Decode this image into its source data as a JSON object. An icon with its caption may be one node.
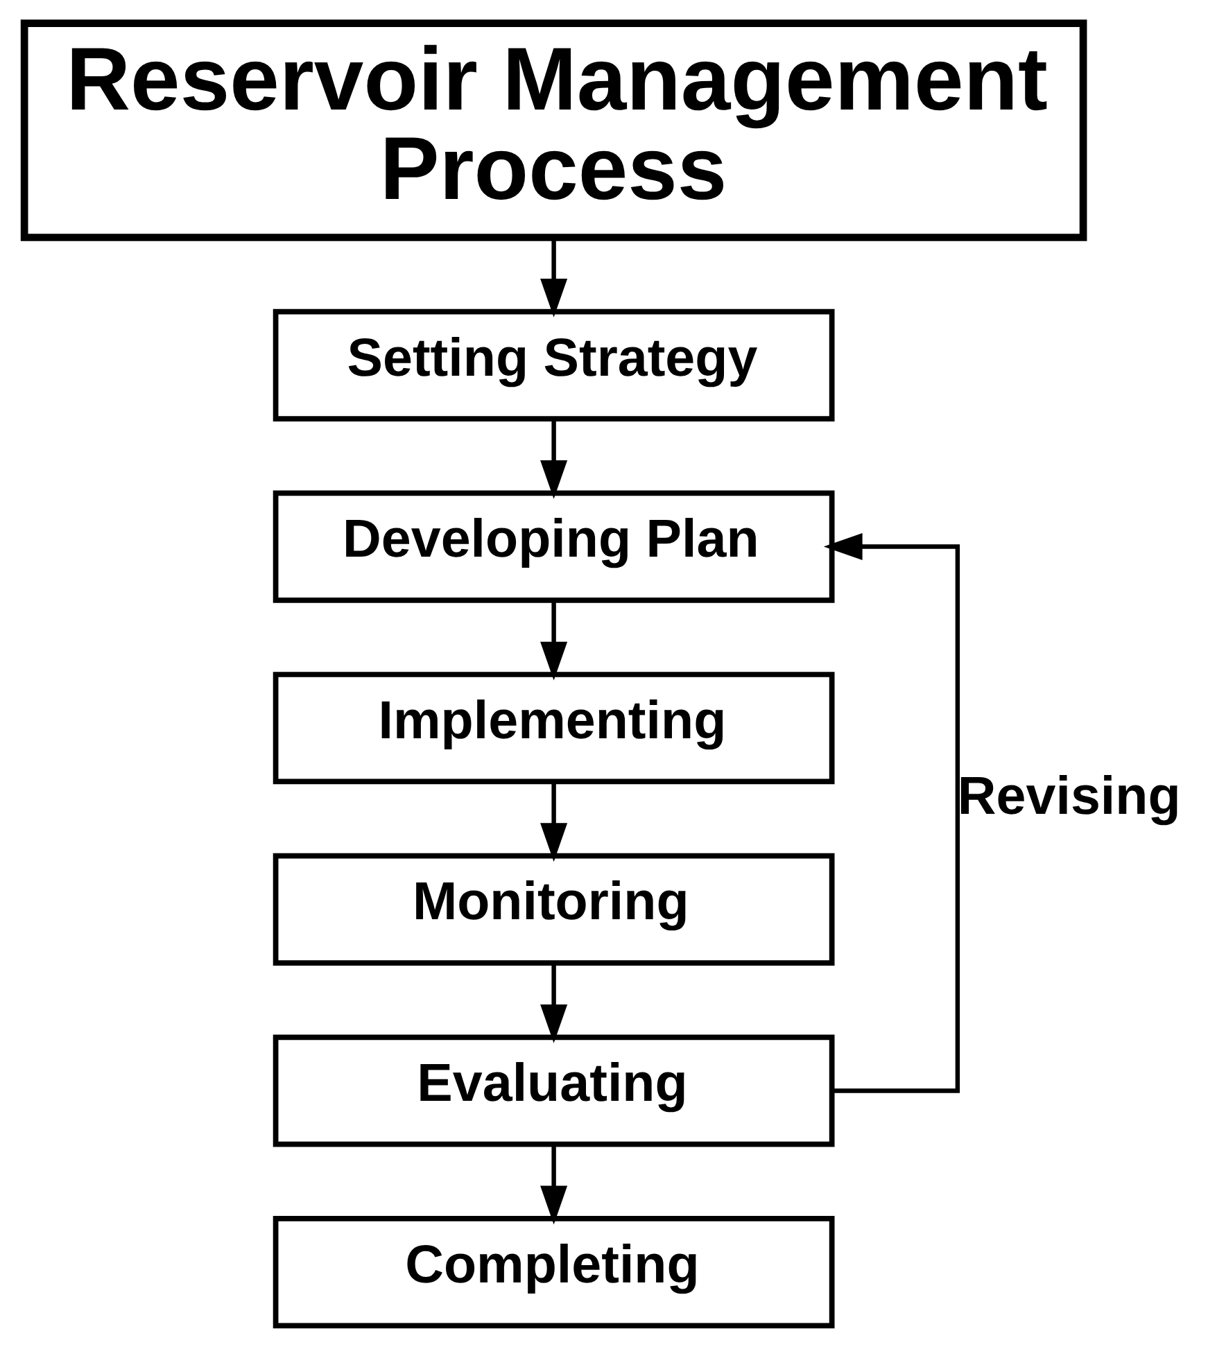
{
  "diagram": {
    "nodes": [
      {
        "text": [
          "Reservoir Management Process"
        ]
      },
      {
        "text": [
          "Setting Strategy"
        ]
      },
      {
        "text": [
          "Developing Plan"
        ]
      },
      {
        "text": [
          "Implementing"
        ]
      },
      {
        "text": [
          "Monitoring"
        ]
      },
      {
        "text": [
          "Evaluating"
        ]
      },
      {
        "text": [
          "Completing"
        ]
      }
    ],
    "edges": [
      {
        "from": 0,
        "to": 1,
        "arrow": "to"
      },
      {
        "from": 1,
        "to": 2,
        "arrow": "to"
      },
      {
        "from": 2,
        "to": 3,
        "arrow": "to"
      },
      {
        "from": 3,
        "to": 4,
        "arrow": "to"
      },
      {
        "from": 4,
        "to": 5,
        "arrow": "to"
      },
      {
        "from": 5,
        "to": 6,
        "arrow": "to"
      },
      {
        "from": 5,
        "to": 2,
        "arrow": "to",
        "label": "Revising"
      }
    ]
  }
}
